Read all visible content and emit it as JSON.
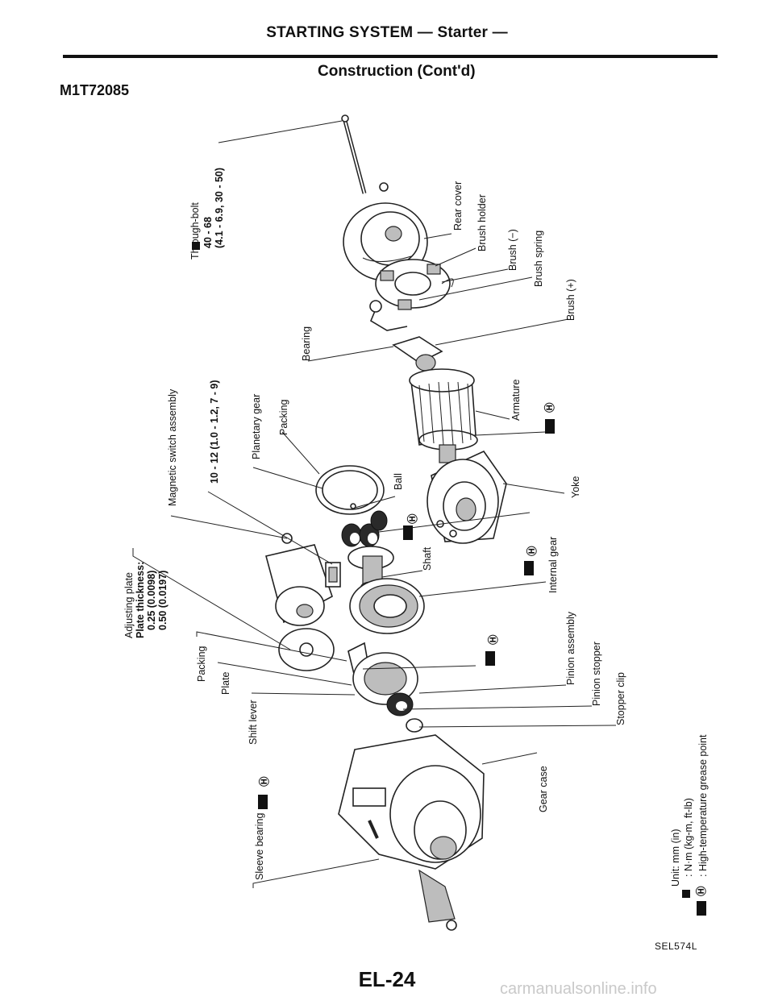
{
  "header": {
    "title": "STARTING SYSTEM — Starter —",
    "subtitle": "Construction (Cont'd)",
    "model": "M1T72085"
  },
  "labels": {
    "through_bolt": "Through-bolt",
    "through_bolt_torque1": "40 - 68",
    "through_bolt_torque2": "(4.1 - 6.9, 30 - 50)",
    "rear_cover": "Rear cover",
    "brush_holder": "Brush holder",
    "brush_neg": "Brush (−)",
    "brush_spring": "Brush spring",
    "brush_pos": "Brush (+)",
    "bearing": "Bearing",
    "armature": "Armature",
    "magnetic_switch": "Magnetic switch assembly",
    "magnetic_torque": "10 - 12 (1.0 - 1.2, 7 - 9)",
    "planetary_gear": "Planetary gear",
    "packing_top": "Packing",
    "ball": "Ball",
    "yoke": "Yoke",
    "shaft": "Shaft",
    "internal_gear": "Internal gear",
    "adjusting_plate": "Adjusting plate",
    "plate_thickness": "Plate thickness:",
    "plate_thickness_1": "0.25 (0.0098)",
    "plate_thickness_2": "0.50 (0.0197)",
    "packing_bottom": "Packing",
    "plate": "Plate",
    "shift_lever": "Shift lever",
    "pinion_assembly": "Pinion assembly",
    "pinion_stopper": "Pinion stopper",
    "stopper_clip": "Stopper clip",
    "gear_case": "Gear case",
    "sleeve_bearing": "Sleeve bearing",
    "grease_symbol": "Ⓗ"
  },
  "legend": {
    "unit": "Unit: mm (in)",
    "torque": ": N·m (kg-m, ft-lb)",
    "grease": ": High-temperature grease point"
  },
  "footer": {
    "figure_code": "SEL574L",
    "page_number": "EL-24",
    "watermark": "carmanualsonline.info"
  }
}
